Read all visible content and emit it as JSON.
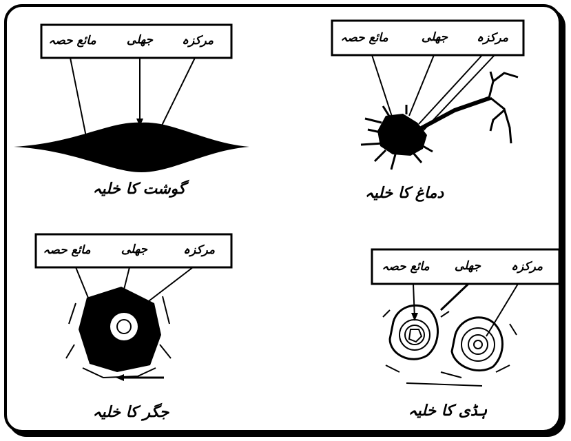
{
  "colors": {
    "ink": "#000000",
    "paper": "#ffffff"
  },
  "panels": [
    {
      "id": "muscle",
      "labels": {
        "nucleus": "مرکزہ",
        "membrane": "جھلی",
        "fluid": "مائع حصہ"
      },
      "caption": "گوشت کا خلیہ"
    },
    {
      "id": "nerve",
      "labels": {
        "nucleus": "مرکزہ",
        "membrane": "جھلی",
        "fluid": "مائع حصہ"
      },
      "caption": "دماغ کا خلیہ"
    },
    {
      "id": "liver",
      "labels": {
        "nucleus": "مرکزہ",
        "membrane": "جھلی",
        "fluid": "مائع حصہ"
      },
      "caption": "جگر کا خلیہ"
    },
    {
      "id": "bone",
      "labels": {
        "nucleus": "مرکزہ",
        "membrane": "جھلی",
        "fluid": "مائع حصہ"
      },
      "caption": "ہڈی کا خلیہ"
    }
  ]
}
